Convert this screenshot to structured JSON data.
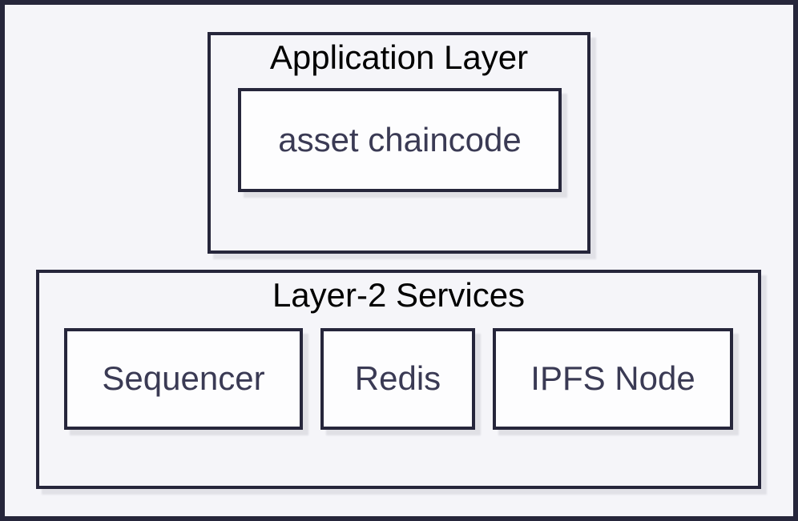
{
  "diagram": {
    "type": "architecture-block-diagram",
    "colors": {
      "background": "#f5f5f9",
      "border": "#26263b",
      "node_fill": "#fdfdfe",
      "title_text": "#000000",
      "node_text": "#3a3a54",
      "shadow": "#e7e7ef"
    },
    "groups": [
      {
        "id": "application-layer",
        "title": "Application Layer",
        "nodes": [
          {
            "label": "asset chaincode"
          }
        ]
      },
      {
        "id": "layer2-services",
        "title": "Layer-2 Services",
        "nodes": [
          {
            "label": "Sequencer"
          },
          {
            "label": "Redis"
          },
          {
            "label": "IPFS Node"
          }
        ]
      }
    ]
  }
}
